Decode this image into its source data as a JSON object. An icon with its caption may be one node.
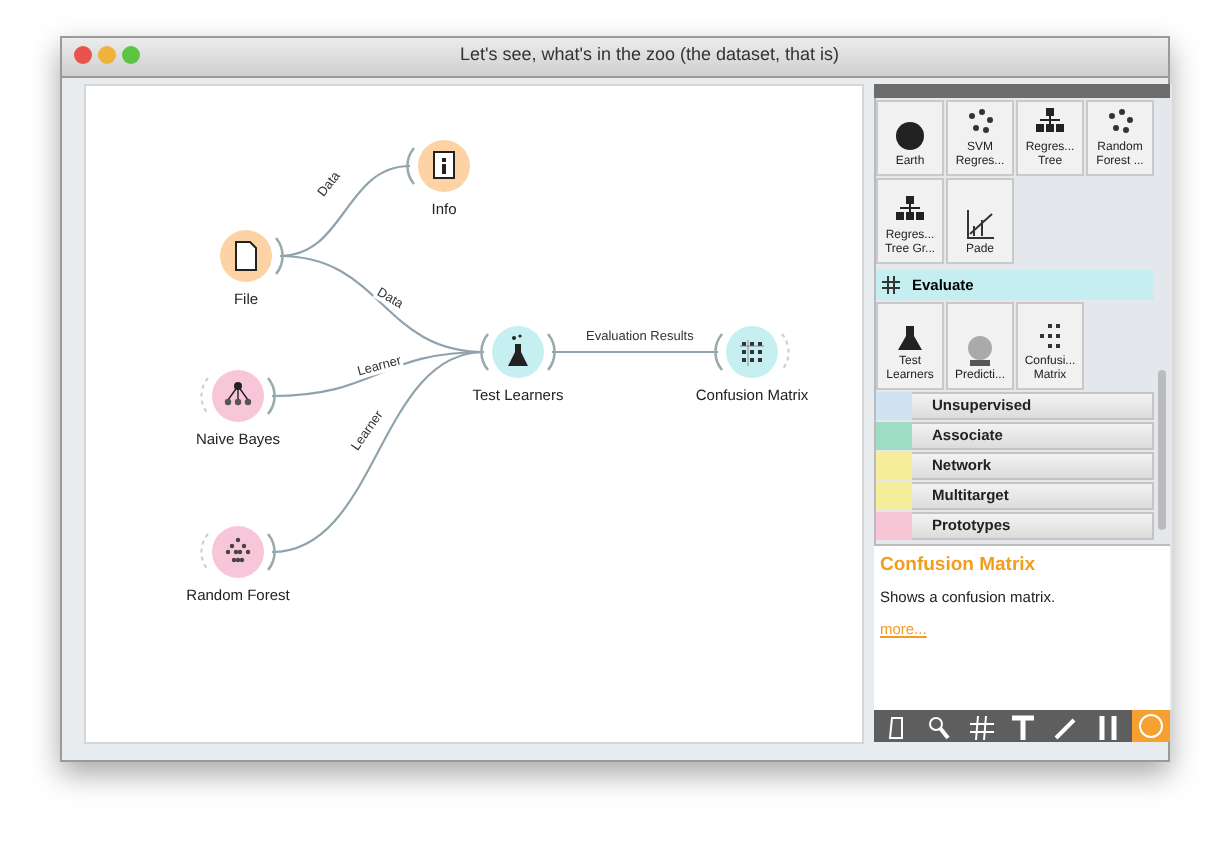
{
  "diagram": {
    "title": "Let's see, what's in the zoo (the dataset, that is)",
    "nodes": [
      {
        "text": [
          "Info"
        ]
      },
      {
        "text": [
          "File"
        ]
      },
      {
        "text": [
          "Naive Bayes"
        ]
      },
      {
        "text": [
          "Test Learners"
        ]
      },
      {
        "text": [
          "Confusion Matrix"
        ]
      },
      {
        "text": [
          "Random Forest"
        ]
      }
    ],
    "edges": [
      {
        "from": 1,
        "to": 0,
        "arrow": "none",
        "label": "Data"
      },
      {
        "from": 1,
        "to": 3,
        "arrow": "none",
        "label": "Data"
      },
      {
        "from": 2,
        "to": 3,
        "arrow": "none",
        "label": "Learner"
      },
      {
        "from": 5,
        "to": 3,
        "arrow": "none",
        "label": "Learner"
      },
      {
        "from": 3,
        "to": 4,
        "arrow": "none",
        "label": "Evaluation Results"
      }
    ],
    "labels": [
      "Earth",
      "SVM Regres...",
      "Regres... Tree",
      "Random Forest ...",
      "Regres... Tree Gr...",
      "Pade",
      "Evaluate",
      "Test Learners",
      "Predicti...",
      "Confusi... Matrix",
      "Unsupervised",
      "Associate",
      "Network",
      "Multitarget",
      "Prototypes",
      "Confusion Matrix",
      "Shows a confusion matrix.",
      "more..."
    ]
  }
}
